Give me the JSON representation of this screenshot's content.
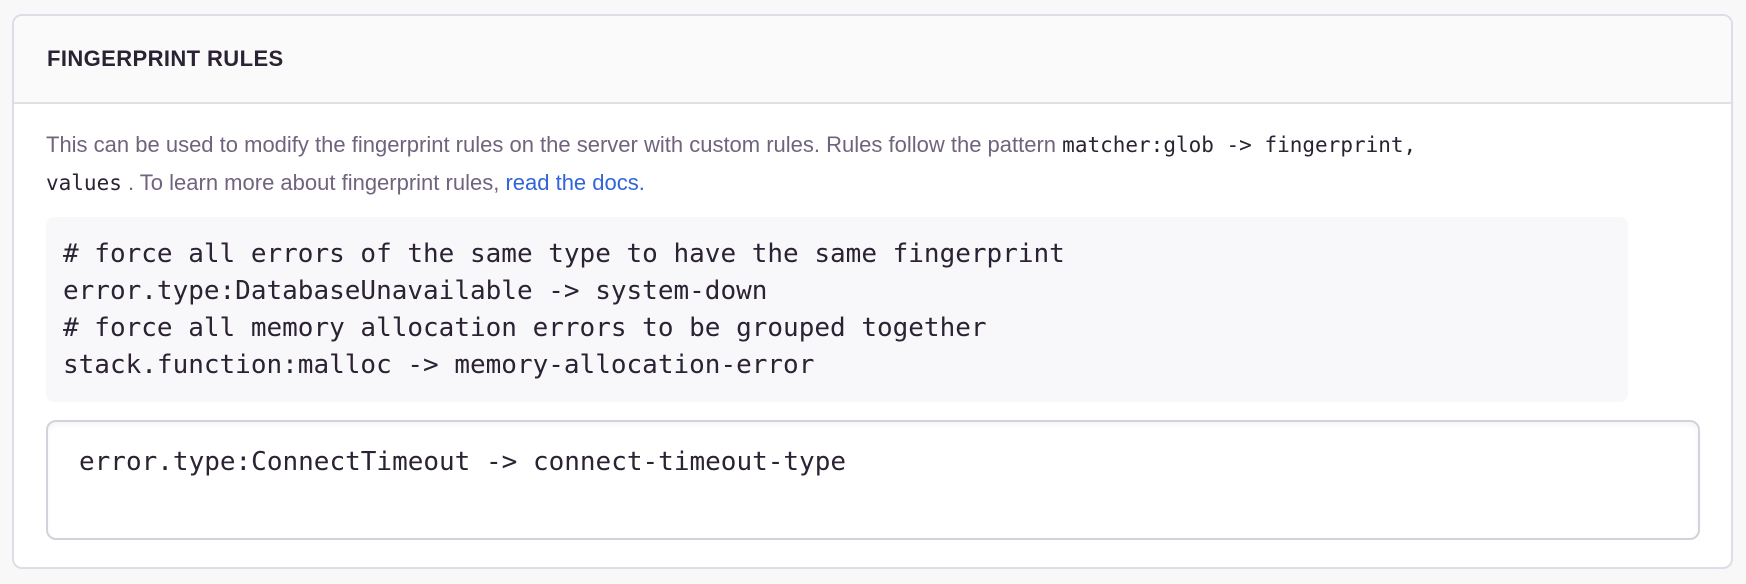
{
  "panel": {
    "title": "FINGERPRINT RULES"
  },
  "description": {
    "line1": {
      "text": "This can be used to modify the fingerprint rules on the server with custom rules. Rules follow the pattern ",
      "code": "matcher:glob -> fingerprint,"
    },
    "line2": {
      "code": "values",
      "text": " . To learn more about fingerprint rules, ",
      "link": "read the docs."
    }
  },
  "example": {
    "lines": [
      "# force all errors of the same type to have the same fingerprint",
      "error.type:DatabaseUnavailable -> system-down",
      "# force all memory allocation errors to be grouped together",
      "stack.function:malloc -> memory-allocation-error"
    ]
  },
  "input": {
    "value": "error.type:ConnectTimeout -> connect-timeout-type"
  },
  "colors": {
    "link_blue": "#3164da",
    "text_muted": "#71637e",
    "text_dark": "#2b2233",
    "panel_border": "#e0dce5",
    "header_bg": "#fafafb",
    "code_block_bg": "#f8f7fa",
    "page_bg": "#f8f8f9",
    "textarea_border": "#d6d0dd"
  }
}
